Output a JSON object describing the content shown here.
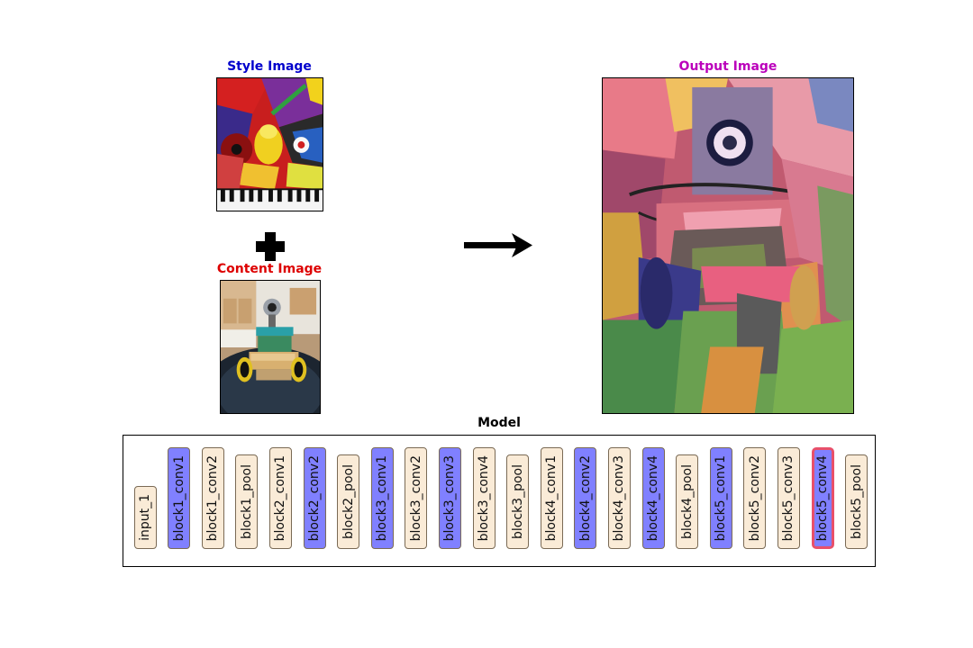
{
  "titles": {
    "style": "Style Image",
    "content": "Content Image",
    "output": "Output Image",
    "model": "Model"
  },
  "colors": {
    "style_title": "#0000cc",
    "content_title": "#dd0000",
    "output_title": "#bb00bb",
    "model_title": "#000000",
    "layer_active": "#8080ff",
    "layer_inactive": "#faebd7",
    "layer_highlight_border": "#e8506a"
  },
  "icons": {
    "plus": "plus-icon",
    "arrow": "right-arrow-icon"
  },
  "layers": [
    {
      "label": "input_1",
      "state": "inactive"
    },
    {
      "label": "block1_conv1",
      "state": "active"
    },
    {
      "label": "block1_conv2",
      "state": "inactive"
    },
    {
      "label": "block1_pool",
      "state": "inactive"
    },
    {
      "label": "block2_conv1",
      "state": "inactive"
    },
    {
      "label": "block2_conv2",
      "state": "active"
    },
    {
      "label": "block2_pool",
      "state": "inactive"
    },
    {
      "label": "block3_conv1",
      "state": "active"
    },
    {
      "label": "block3_conv2",
      "state": "inactive"
    },
    {
      "label": "block3_conv3",
      "state": "active"
    },
    {
      "label": "block3_conv4",
      "state": "inactive"
    },
    {
      "label": "block3_pool",
      "state": "inactive"
    },
    {
      "label": "block4_conv1",
      "state": "inactive"
    },
    {
      "label": "block4_conv2",
      "state": "active"
    },
    {
      "label": "block4_conv3",
      "state": "inactive"
    },
    {
      "label": "block4_conv4",
      "state": "active"
    },
    {
      "label": "block4_pool",
      "state": "inactive"
    },
    {
      "label": "block5_conv1",
      "state": "active"
    },
    {
      "label": "block5_conv2",
      "state": "inactive"
    },
    {
      "label": "block5_conv3",
      "state": "inactive"
    },
    {
      "label": "block5_conv4",
      "state": "highlighted"
    },
    {
      "label": "block5_pool",
      "state": "inactive"
    }
  ]
}
